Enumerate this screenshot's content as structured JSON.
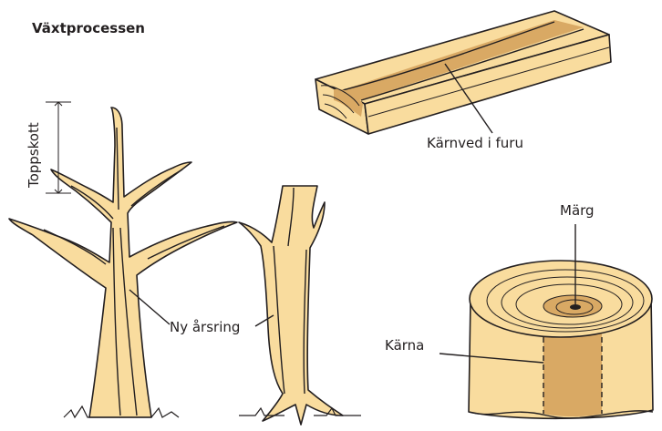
{
  "title": "Växtprocessen",
  "labels": {
    "topshoot": "Toppskott",
    "new_ring": "Ny årsring",
    "heartwood_pine": "Kärnved i furu",
    "pith": "Märg",
    "core": "Kärna"
  },
  "colors": {
    "wood": "#f9dc9e",
    "heartwood": "#d9a964",
    "outline": "#231f20"
  }
}
